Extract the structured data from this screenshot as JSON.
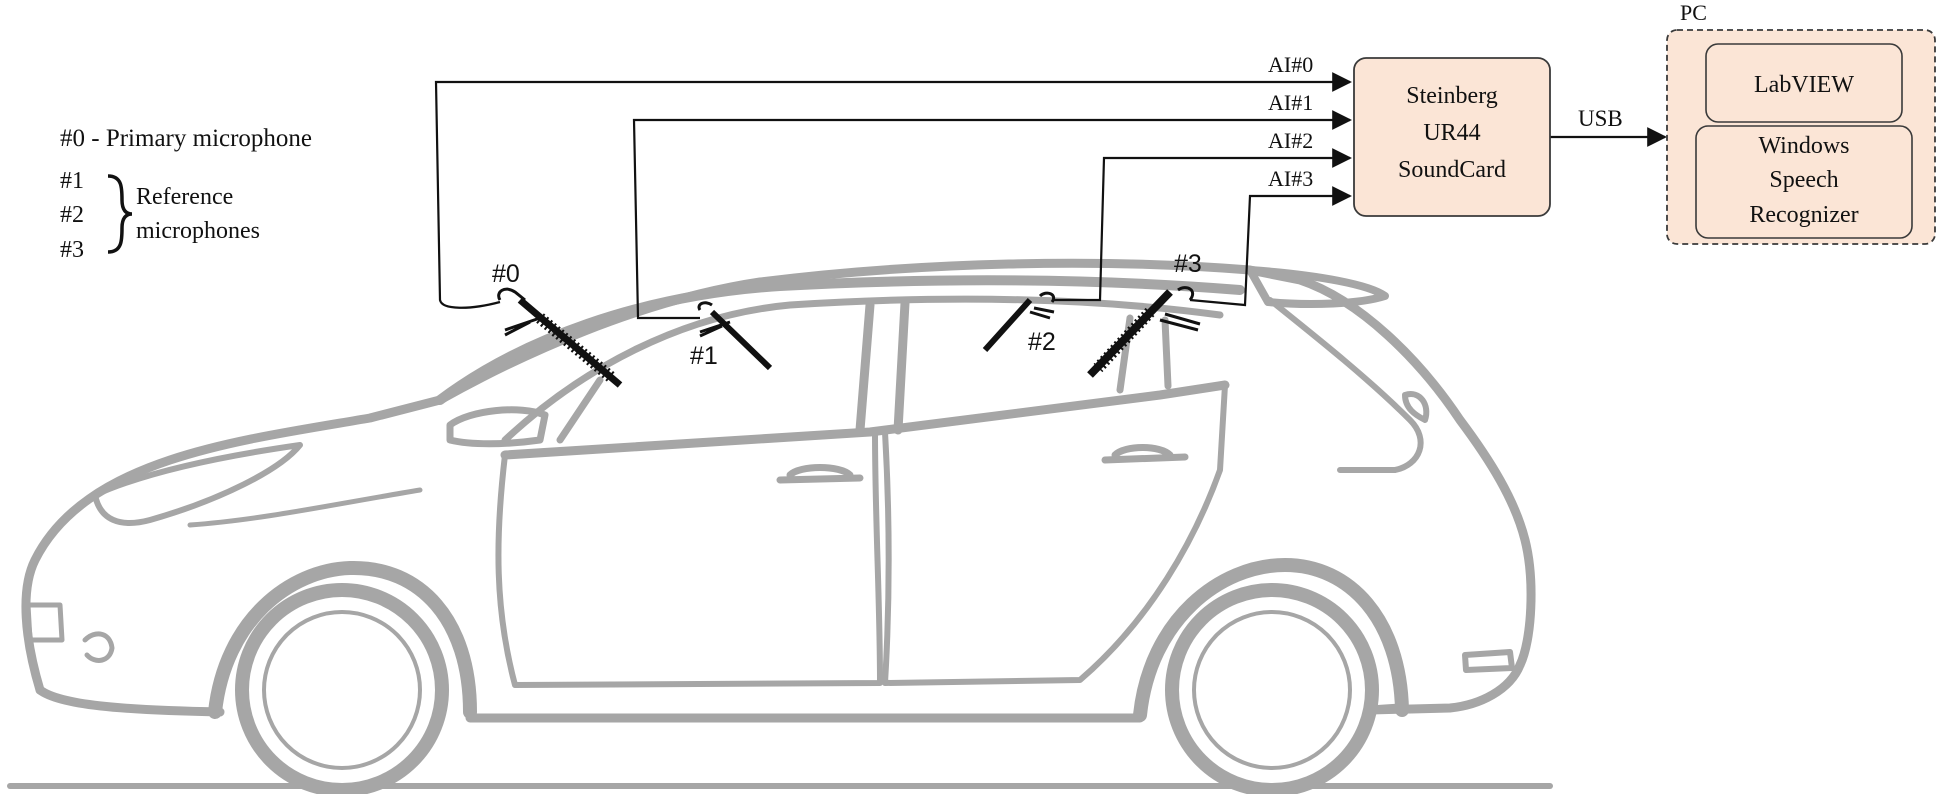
{
  "legend": {
    "primary": "#0 - Primary microphone",
    "ref_ids": [
      "#1",
      "#2",
      "#3"
    ],
    "ref_label_line1": "Reference",
    "ref_label_line2": "microphones"
  },
  "microphones": {
    "m0": "#0",
    "m1": "#1",
    "m2": "#2",
    "m3": "#3"
  },
  "inputs": [
    "AI#0",
    "AI#1",
    "AI#2",
    "AI#3"
  ],
  "soundcard": {
    "line1": "Steinberg",
    "line2": "UR44",
    "line3": "SoundCard"
  },
  "link_label": "USB",
  "pc": {
    "label": "PC",
    "labview": "LabVIEW",
    "recognizer_line1": "Windows",
    "recognizer_line2": "Speech",
    "recognizer_line3": "Recognizer"
  },
  "colors": {
    "car_outline": "#a6a6a6",
    "box_fill": "#fbe5d6",
    "box_stroke": "#3a3a3a",
    "wire": "#111111"
  }
}
